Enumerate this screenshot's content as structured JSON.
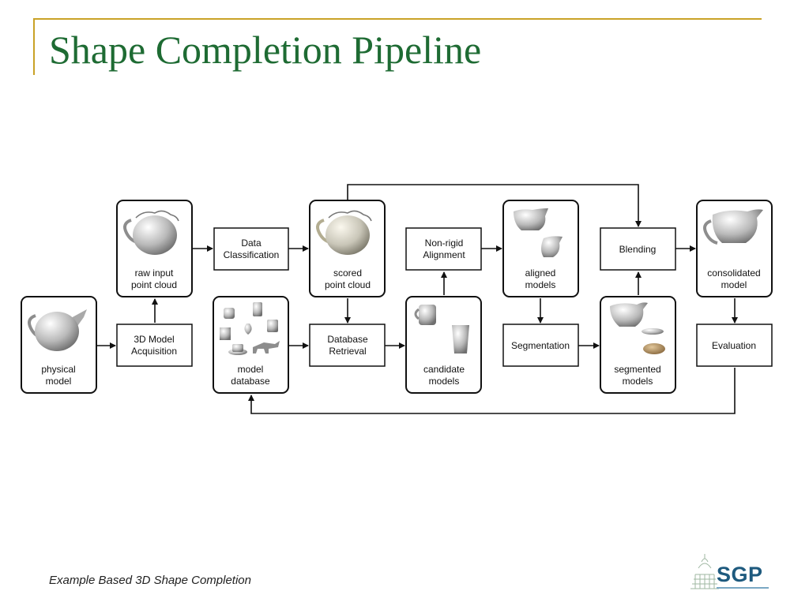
{
  "title": "Shape Completion Pipeline",
  "footer": "Example Based 3D Shape Completion",
  "logo": {
    "text": "SGP"
  },
  "diagram": {
    "nodes": {
      "physical_model": [
        "physical",
        "model"
      ],
      "acquisition": [
        "3D Model",
        "Acquisition"
      ],
      "raw_input": [
        "raw input",
        "point cloud"
      ],
      "data_classification": [
        "Data",
        "Classification"
      ],
      "model_database": [
        "model",
        "database"
      ],
      "scored": [
        "scored",
        "point cloud"
      ],
      "database_retrieval": [
        "Database",
        "Retrieval"
      ],
      "candidate": [
        "candidate",
        "models"
      ],
      "nonrigid": [
        "Non-rigid",
        "Alignment"
      ],
      "aligned": [
        "aligned",
        "models"
      ],
      "segmentation": [
        "Segmentation"
      ],
      "segmented": [
        "segmented",
        "models"
      ],
      "blending": [
        "Blending"
      ],
      "consolidated": [
        "consolidated",
        "model"
      ],
      "evaluation": [
        "Evaluation"
      ]
    }
  },
  "colors": {
    "title": "#1e6b33",
    "accent_rule": "#c9a227",
    "logo": "#1e5a7e"
  }
}
